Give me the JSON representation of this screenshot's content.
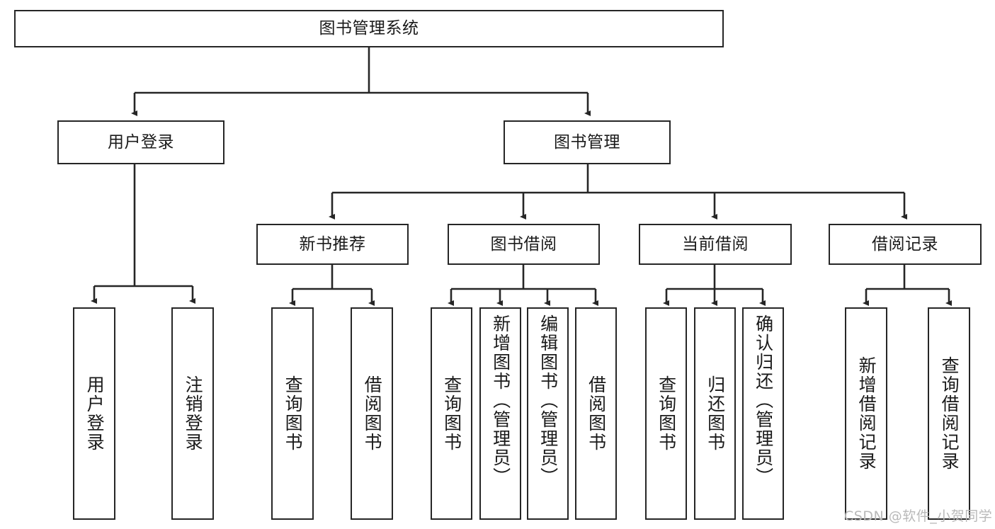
{
  "diagram": {
    "title_node": {
      "label": "图书管理系统"
    },
    "level2": [
      {
        "id": "user-login",
        "label": "用户登录"
      },
      {
        "id": "book-management",
        "label": "图书管理"
      }
    ],
    "level3": [
      {
        "id": "new-book-recommend",
        "label": "新书推荐"
      },
      {
        "id": "book-borrow",
        "label": "图书借阅"
      },
      {
        "id": "current-borrow",
        "label": "当前借阅"
      },
      {
        "id": "borrow-record",
        "label": "借阅记录"
      }
    ],
    "leaves": {
      "user_login": [
        {
          "id": "leaf-user-login",
          "label": "用户登录"
        },
        {
          "id": "leaf-logout-login",
          "label": "注销登录"
        }
      ],
      "new_book_recommend": [
        {
          "id": "leaf-query-book-1",
          "label": "查询图书"
        },
        {
          "id": "leaf-borrow-book-1",
          "label": "借阅图书"
        }
      ],
      "book_borrow": [
        {
          "id": "leaf-query-book-2",
          "label": "查询图书"
        },
        {
          "id": "leaf-add-book",
          "label": "新增图书（管理员）"
        },
        {
          "id": "leaf-edit-book",
          "label": "编辑图书（管理员）"
        },
        {
          "id": "leaf-borrow-book-2",
          "label": "借阅图书"
        }
      ],
      "current_borrow": [
        {
          "id": "leaf-query-book-3",
          "label": "查询图书"
        },
        {
          "id": "leaf-return-book",
          "label": "归还图书"
        },
        {
          "id": "leaf-confirm-return",
          "label": "确认归还（管理员）"
        }
      ],
      "borrow_record": [
        {
          "id": "leaf-add-record",
          "label": "新增借阅记录"
        },
        {
          "id": "leaf-query-record",
          "label": "查询借阅记录"
        }
      ]
    },
    "watermark": "CSDN @软件_小贺同学",
    "colors": {
      "stroke": "#262626",
      "fill": "#ffffff",
      "text": "#1a1a1a",
      "watermark": "#b9b9b9"
    }
  }
}
